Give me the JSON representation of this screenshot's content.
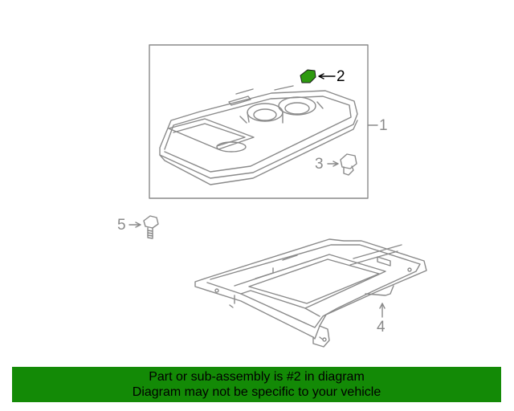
{
  "callouts": {
    "part_1": "1",
    "part_2": "2",
    "part_3": "3",
    "part_4": "4",
    "part_5": "5"
  },
  "banner": {
    "line1": "Part or sub-assembly is #2 in diagram",
    "line2": "Diagram may not be specific to your vehicle"
  },
  "colors": {
    "highlight_part": "#2e9a10",
    "banner_bg": "#138a06",
    "line_gray": "#8a8a8a"
  }
}
